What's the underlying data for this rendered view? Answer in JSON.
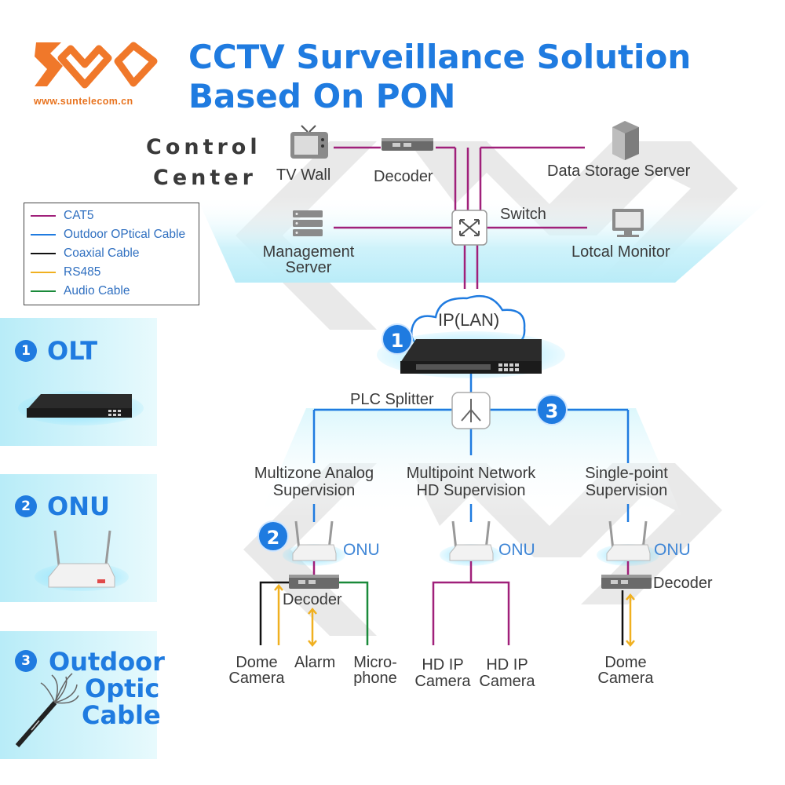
{
  "brand": {
    "url": "www.suntelecom.cn",
    "logo_color": "#f0782a"
  },
  "title": {
    "line1": "CCTV Surveillance Solution",
    "line2": "Based On PON"
  },
  "control_center": {
    "line1": "Control",
    "line2": "Center"
  },
  "nodes": {
    "tv_wall": "TV Wall",
    "decoder_top": "Decoder",
    "data_storage": "Data Storage Server",
    "switch": "Switch",
    "management_server_1": "Management",
    "management_server_2": "Server",
    "local_monitor": "Lotcal Monitor",
    "ip_lan": "IP(LAN)",
    "plc_splitter": "PLC Splitter",
    "branch_a_1": "Multizone Analog",
    "branch_a_2": "Supervision",
    "branch_b_1": "Multipoint Network",
    "branch_b_2": "HD Supervision",
    "branch_c_1": "Single-point",
    "branch_c_2": "Supervision",
    "onu_a": "ONU",
    "onu_b": "ONU",
    "onu_c": "ONU",
    "decoder_a": "Decoder",
    "decoder_c": "Decoder",
    "dome_a_1": "Dome",
    "dome_a_2": "Camera",
    "alarm": "Alarm",
    "mic_1": "Micro-",
    "mic_2": "phone",
    "hdip_1_1": "HD IP",
    "hdip_1_2": "Camera",
    "hdip_2_1": "HD IP",
    "hdip_2_2": "Camera",
    "dome_c_1": "Dome",
    "dome_c_2": "Camera"
  },
  "badges": {
    "olt": "1",
    "onu": "2",
    "cable": "3"
  },
  "legend": [
    {
      "label": "CAT5",
      "color": "#a0207a"
    },
    {
      "label": "Outdoor OPtical Cable",
      "color": "#1f7be0"
    },
    {
      "label": "Coaxial Cable",
      "color": "#111111"
    },
    {
      "label": "RS485",
      "color": "#f0b020"
    },
    {
      "label": "Audio Cable",
      "color": "#1a8a3a"
    }
  ],
  "sidebar": {
    "olt_num": "1",
    "olt_label": "OLT",
    "onu_num": "2",
    "onu_label": "ONU",
    "cable_num": "3",
    "cable_label_1": "Outdoor",
    "cable_label_2": "Optic",
    "cable_label_3": "Cable"
  },
  "colors": {
    "accent": "#1f7be0",
    "cat5": "#a0207a",
    "optical": "#1f7be0",
    "coax": "#111111",
    "rs485": "#f0b020",
    "audio": "#1a8a3a",
    "glow": "#cdf3fb"
  }
}
